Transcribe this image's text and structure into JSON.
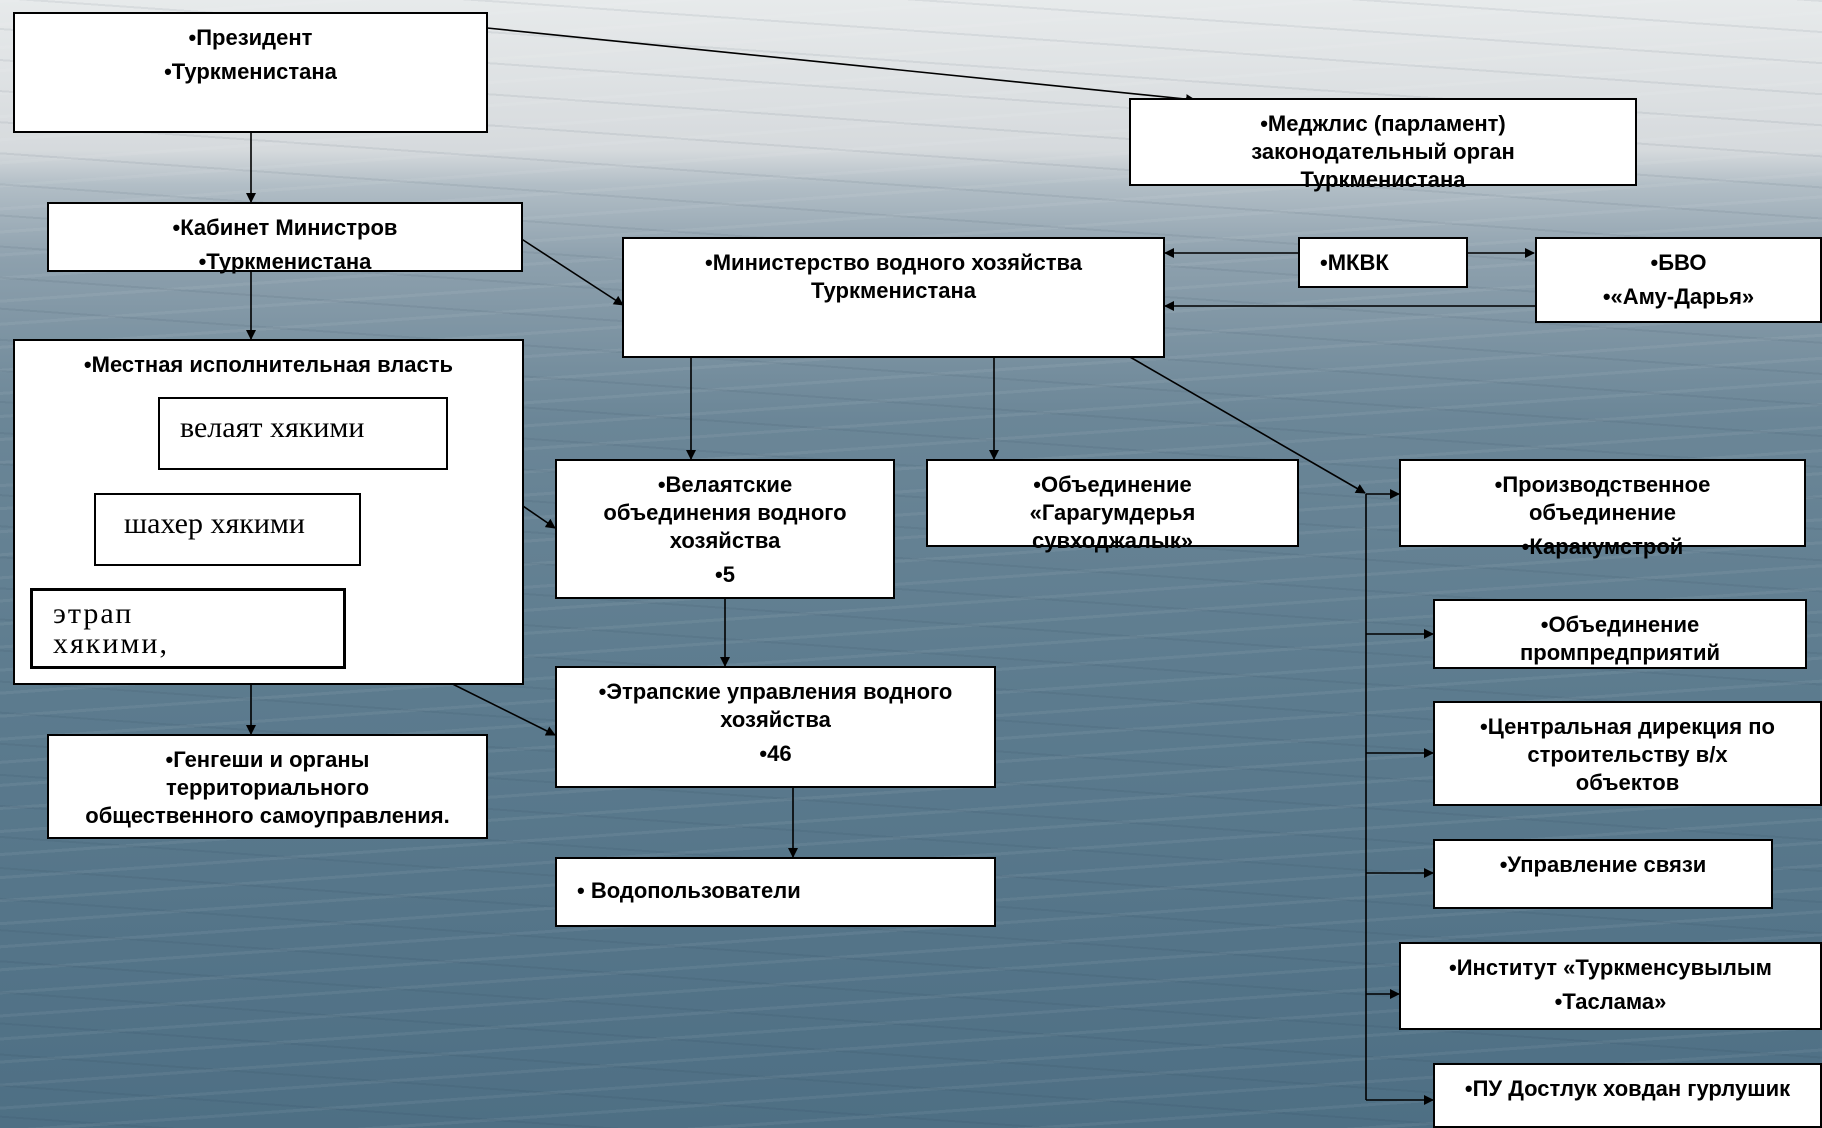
{
  "president": {
    "lines": [
      "•Президент",
      "•Туркменистана"
    ]
  },
  "mejlis": {
    "lines": [
      "•Меджлис (парламент)",
      "законодательный орган",
      "Туркменистана"
    ]
  },
  "cabinet": {
    "lines": [
      "•Кабинет Министров",
      "•Туркменистана"
    ]
  },
  "ministry": {
    "lines": [
      "•Министерство водного хозяйства",
      "Туркменистана"
    ]
  },
  "mkvk": {
    "lines": [
      "•МКВК"
    ]
  },
  "bvo": {
    "lines": [
      "•БВО",
      "•«Аму-Дарья»"
    ]
  },
  "local_power": {
    "title": "•Местная исполнительная власть",
    "velayat": "велаят хякими",
    "shaher": "шахер хякими",
    "etrap": [
      "этрап",
      "хякими,"
    ]
  },
  "velayat_assoc": {
    "lines": [
      "•Велаятские",
      "объединения водного",
      "хозяйства",
      "•5"
    ]
  },
  "garagum": {
    "lines": [
      "•Объединение",
      "«Гарагумдерья",
      "сувходжалык»"
    ]
  },
  "karakum": {
    "lines": [
      "•Производственное",
      "объединение",
      "•Каракумстрой"
    ]
  },
  "prom": {
    "lines": [
      "•Объединение",
      "промпредприятий"
    ]
  },
  "central": {
    "lines": [
      "•Центральная дирекция по",
      "строительству в/х",
      "объектов"
    ]
  },
  "svyaz": {
    "lines": [
      "•Управление связи"
    ]
  },
  "institute": {
    "lines": [
      "•Институт «Туркменсувылым",
      "•Таслама»"
    ]
  },
  "pu": {
    "lines": [
      "•ПУ Достлук ховдан гурлушик"
    ]
  },
  "etrap_mgmt": {
    "lines": [
      "•Этрапские управления водного",
      "хозяйства",
      "•46"
    ]
  },
  "gengeshi": {
    "lines": [
      "•Генгеши и органы",
      "территориального",
      "общественного самоуправления."
    ]
  },
  "water_users": {
    "lines": [
      "•  Водопользователи"
    ]
  }
}
